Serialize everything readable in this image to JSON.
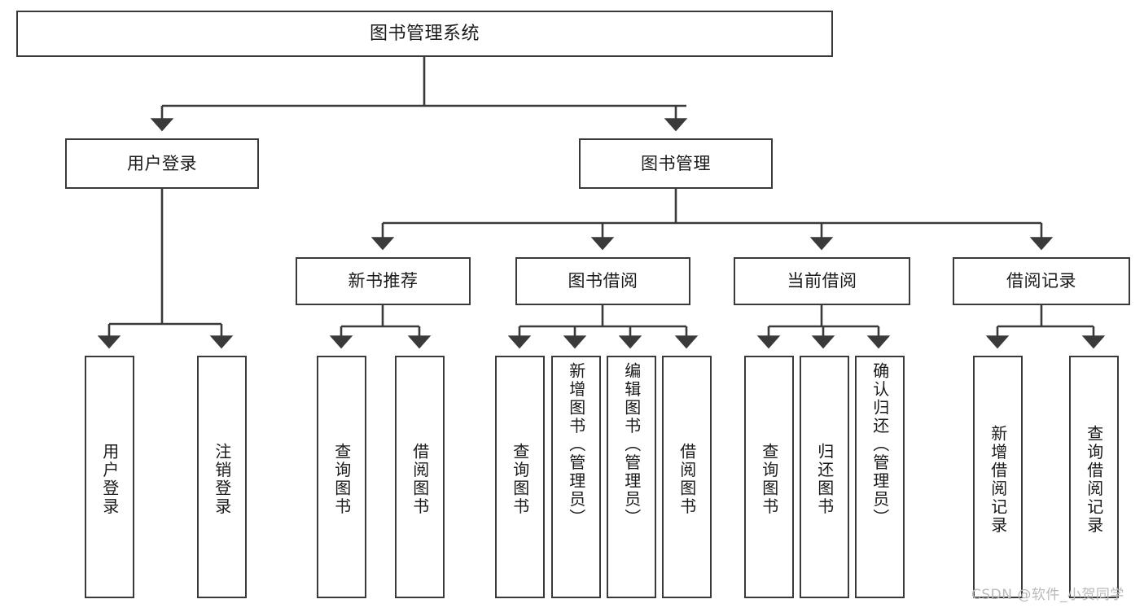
{
  "diagram": {
    "title": "图书管理系统",
    "type": "functional-structure-tree",
    "background_color": "#ffffff",
    "border_color": "#3a3a3a",
    "text_color": "#1a1a1a",
    "watermark": "CSDN @软件_小贺同学",
    "watermark_color": "#b9b9b9"
  },
  "nodes": {
    "root": {
      "label": "图书管理系统"
    },
    "level2": [
      {
        "key": "user_login",
        "label": "用户登录"
      },
      {
        "key": "book_manage",
        "label": "图书管理"
      }
    ],
    "level3": [
      {
        "key": "new_book_rec",
        "label": "新书推荐"
      },
      {
        "key": "book_borrow",
        "label": "图书借阅"
      },
      {
        "key": "current_borrow",
        "label": "当前借阅"
      },
      {
        "key": "borrow_record",
        "label": "借阅记录"
      }
    ],
    "leaves": {
      "user_login": [
        {
          "key": "leaf_user_login",
          "label": "用户登录"
        },
        {
          "key": "leaf_logout",
          "label": "注销登录"
        }
      ],
      "new_book_rec": [
        {
          "key": "leaf_query_book_1",
          "label": "查询图书"
        },
        {
          "key": "leaf_borrow_book_1",
          "label": "借阅图书"
        }
      ],
      "book_borrow": [
        {
          "key": "leaf_query_book_2",
          "label": "查询图书"
        },
        {
          "key": "leaf_add_book",
          "label": "新增图书（管理员）"
        },
        {
          "key": "leaf_edit_book",
          "label": "编辑图书（管理员）"
        },
        {
          "key": "leaf_borrow_book_2",
          "label": "借阅图书"
        }
      ],
      "current_borrow": [
        {
          "key": "leaf_query_book_3",
          "label": "查询图书"
        },
        {
          "key": "leaf_return_book",
          "label": "归还图书"
        },
        {
          "key": "leaf_confirm_return",
          "label": "确认归还（管理员）"
        }
      ],
      "borrow_record": [
        {
          "key": "leaf_add_record",
          "label": "新增借阅记录"
        },
        {
          "key": "leaf_query_record",
          "label": "查询借阅记录"
        }
      ]
    }
  }
}
